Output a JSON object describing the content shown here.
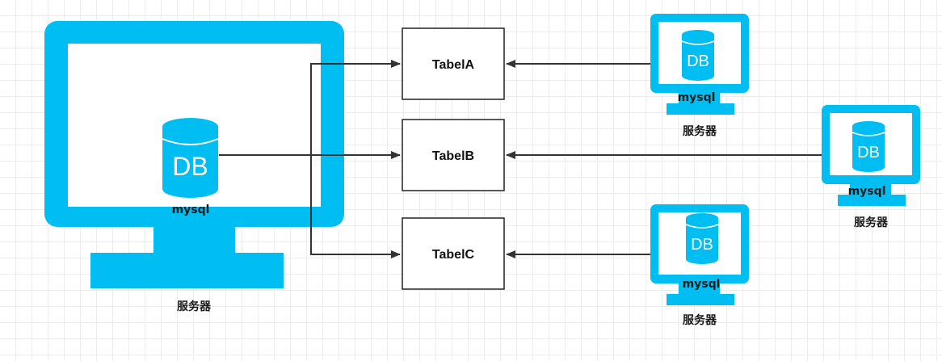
{
  "colors": {
    "device": "#00bef2",
    "connector": "#333333",
    "table_border": "#222222",
    "table_fill": "#ffffff"
  },
  "main_server": {
    "icon": "monitor-icon",
    "db_icon": "database-icon",
    "db_text": "DB",
    "db_label": "mysql",
    "caption": "服务器"
  },
  "tables": [
    {
      "label": "TabelA"
    },
    {
      "label": "TabelB"
    },
    {
      "label": "TabelC"
    }
  ],
  "remote_servers": [
    {
      "icon": "monitor-icon",
      "db_icon": "database-icon",
      "db_text": "DB",
      "db_label": "mysql",
      "caption": "服务器"
    },
    {
      "icon": "monitor-icon",
      "db_icon": "database-icon",
      "db_text": "DB",
      "db_label": "mysql",
      "caption": "服务器"
    },
    {
      "icon": "monitor-icon",
      "db_icon": "database-icon",
      "db_text": "DB",
      "db_label": "mysql",
      "caption": "服务器"
    }
  ]
}
